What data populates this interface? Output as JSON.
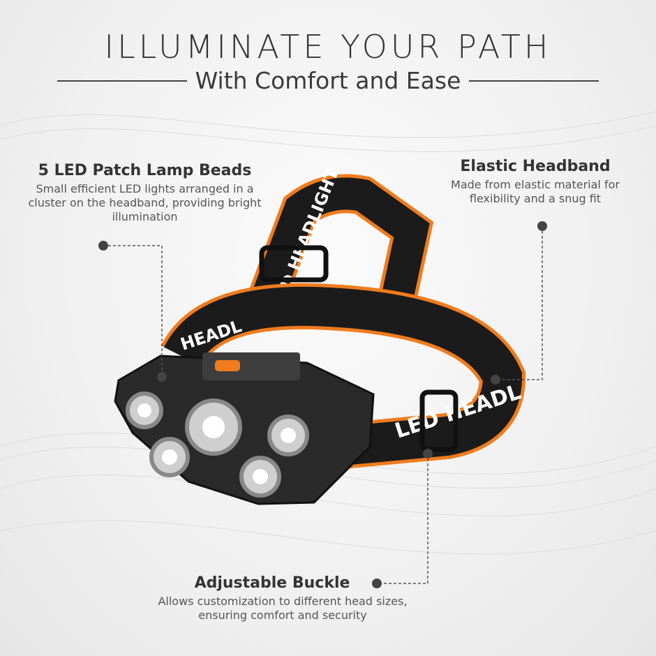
{
  "header": {
    "title": "ILLUMINATE YOUR PATH",
    "subtitle": "With Comfort and Ease"
  },
  "callouts": [
    {
      "heading": "5 LED Patch Lamp Beads",
      "text": "Small efficient LED lights arranged in a cluster on the headband, providing bright illumination"
    },
    {
      "heading": "Elastic Headband",
      "text": "Made from elastic material for flexibility and a snug fit"
    },
    {
      "heading": "Adjustable Buckle",
      "text": "Allows customization to different head sizes, ensuring comfort and security"
    }
  ],
  "product": {
    "strap_text_1": "LED HEADLIGHT",
    "strap_text_2": "HEADLIGHT",
    "strap_text_3": "LED HEADL",
    "strap_text_4": "HEADL"
  },
  "colors": {
    "accent": "#f07c1e",
    "strap": "#1b1b1b",
    "lamp": "#2a2a2a"
  }
}
